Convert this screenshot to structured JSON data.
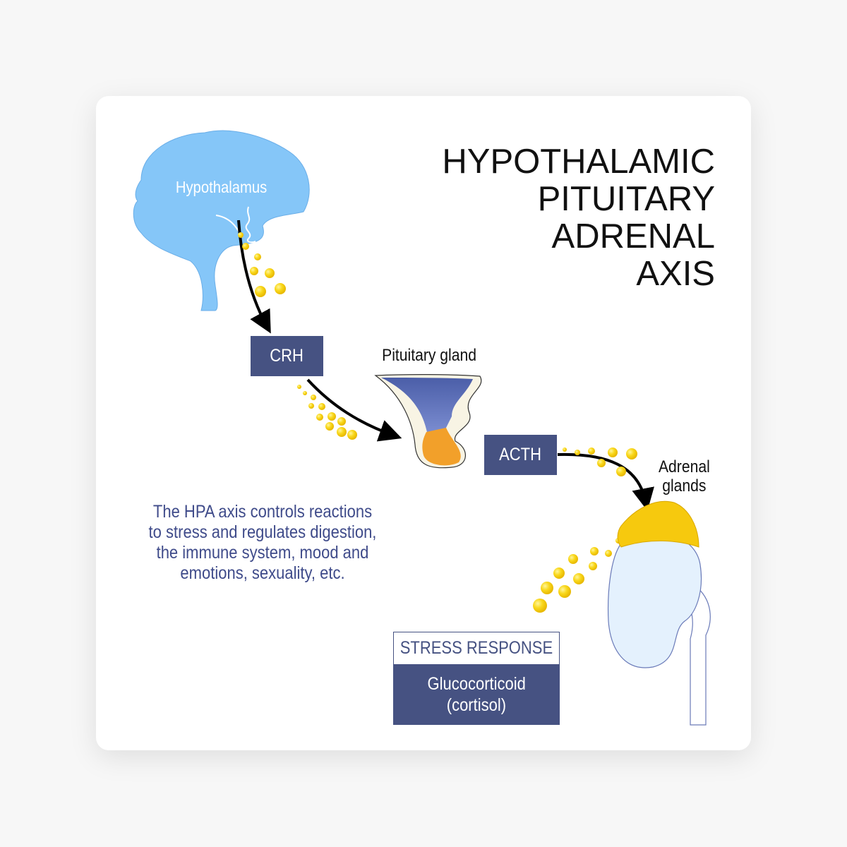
{
  "title": {
    "lines": [
      "HYPOTHALAMIC",
      "PITUITARY",
      "ADRENAL",
      "AXIS"
    ]
  },
  "labels": {
    "hypothalamus": "Hypothalamus",
    "pituitary": "Pituitary gland",
    "adrenal_line1": "Adrenal",
    "adrenal_line2": "glands"
  },
  "hormones": {
    "crh": "CRH",
    "acth": "ACTH"
  },
  "description": {
    "lines": [
      "The HPA axis controls reactions",
      "to stress and regulates digestion,",
      "the immune system, mood and",
      "emotions, sexuality, etc."
    ]
  },
  "stress_box": {
    "header": "STRESS RESPONSE",
    "line1": "Glucocorticoid",
    "line2": "(cortisol)"
  },
  "colors": {
    "box": "#465282",
    "brain": "#85c6f8",
    "hormone": "#f7d21c",
    "pituitary_top": "#5a6cb0",
    "pituitary_bottom": "#f2a02a"
  }
}
